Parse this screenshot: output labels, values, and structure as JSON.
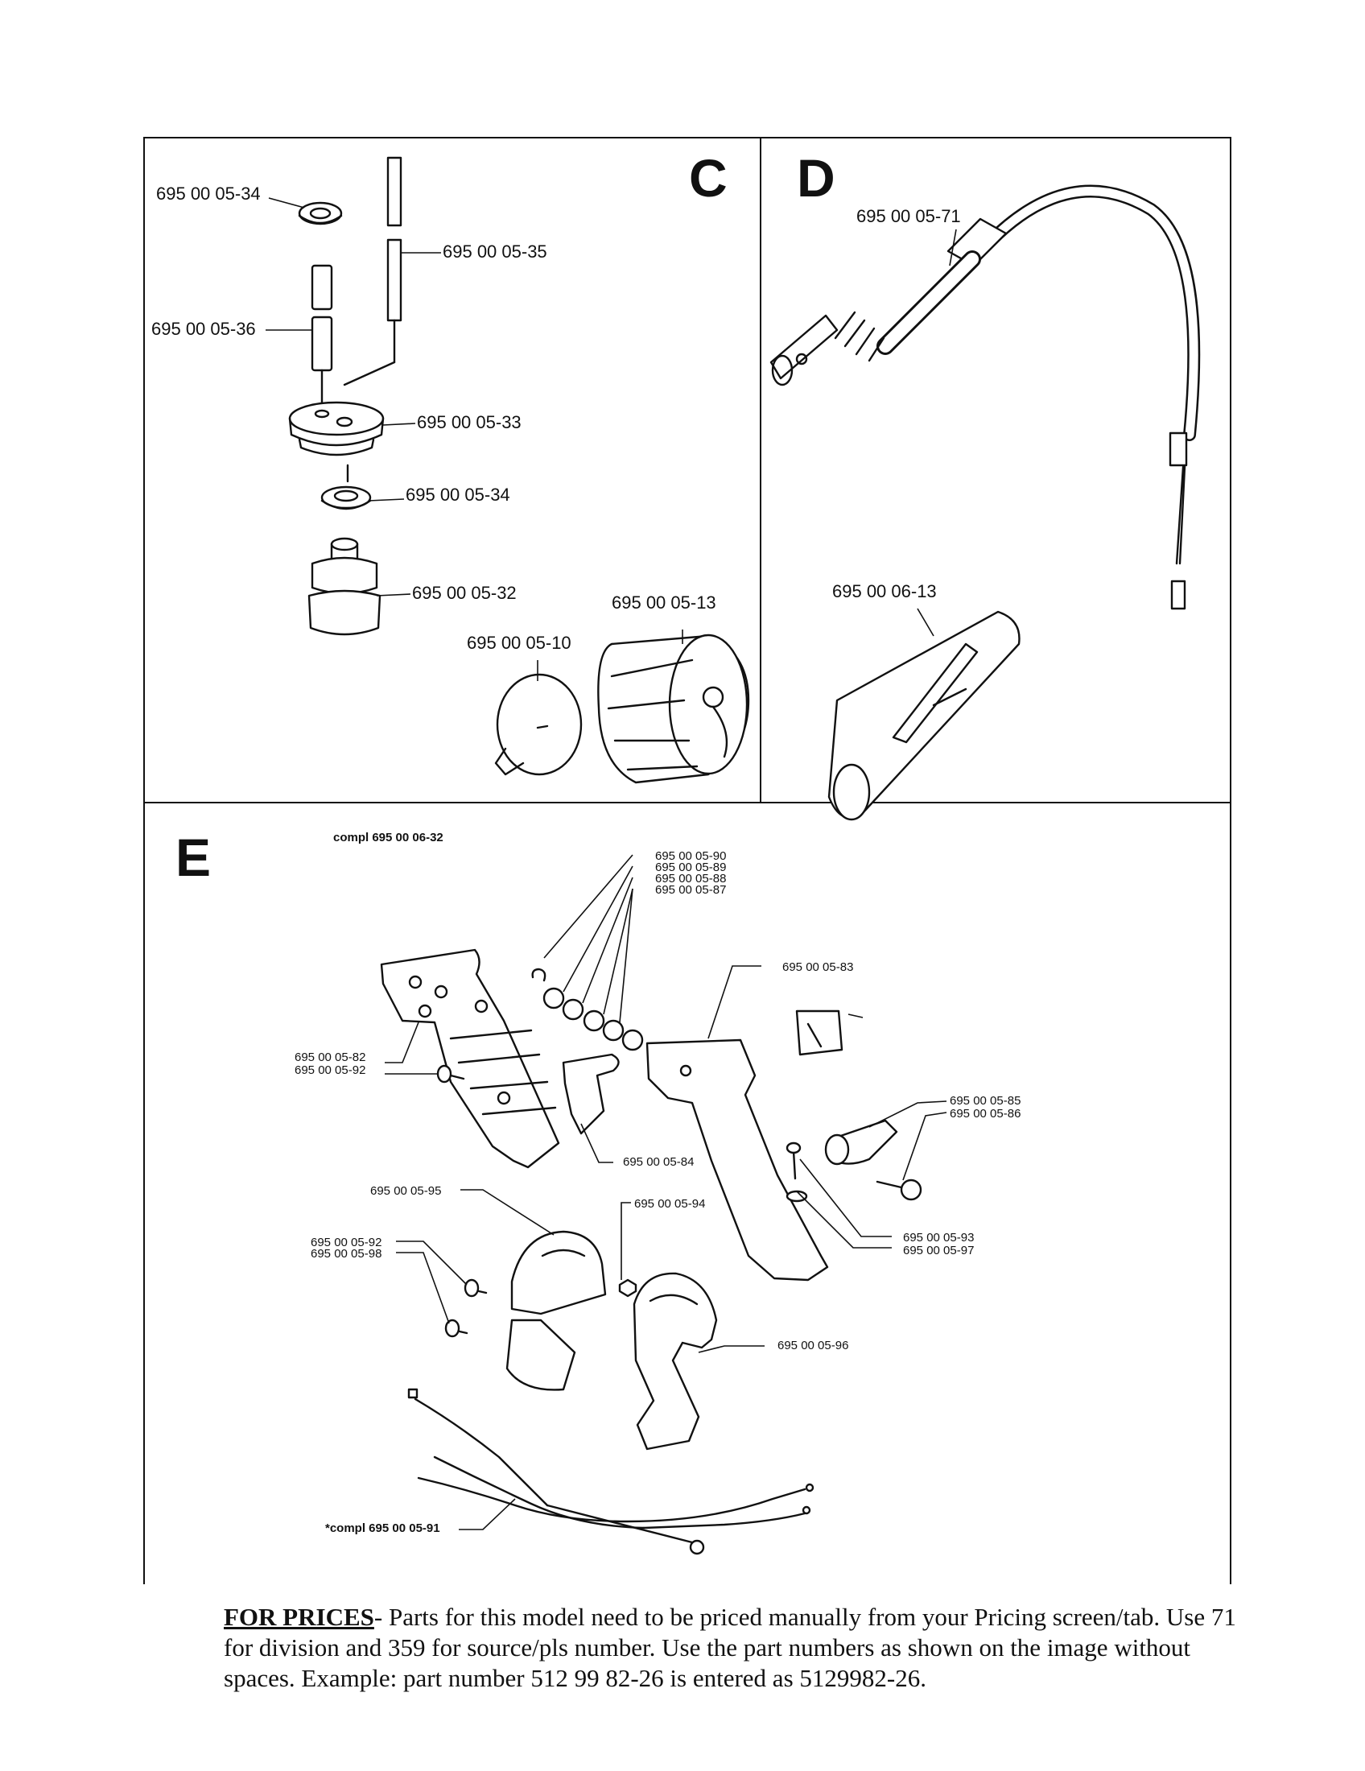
{
  "sections": {
    "C": {
      "letter": "C",
      "parts": {
        "p34a": "695 00 05-34",
        "p35": "695 00 05-35",
        "p36": "695 00 05-36",
        "p33": "695 00 05-33",
        "p34b": "695 00 05-34",
        "p32": "695 00 05-32",
        "p13": "695 00 05-13",
        "p10": "695 00 05-10"
      }
    },
    "D": {
      "letter": "D",
      "parts": {
        "p71": "695 00 05-71",
        "p0613": "695 00 06-13"
      }
    },
    "E": {
      "letter": "E",
      "compl": "compl 695 00 06-32",
      "parts": {
        "p90": "695 00 05-90",
        "p89": "695 00 05-89",
        "p88": "695 00 05-88",
        "p87": "695 00 05-87",
        "p83": "695 00 05-83",
        "p82": "695 00 05-82",
        "p92a": "695 00 05-92",
        "p85": "695 00 05-85",
        "p86": "695 00 05-86",
        "p84": "695 00 05-84",
        "p95": "695 00 05-95",
        "p94": "695 00 05-94",
        "p92b": "695 00 05-92",
        "p98": "695 00 05-98",
        "p93": "695 00 05-93",
        "p97": "695 00 05-97",
        "p96": "695 00 05-96",
        "p91": "*compl 695 00 05-91"
      }
    }
  },
  "footer": {
    "heading": "FOR PRICES",
    "text": "- Parts for this model need to be priced manually from your Pricing screen/tab. Use 71 for division and 359 for source/pls number.  Use the part numbers as shown on the image without spaces.  Example: part number 512 99 82-26 is entered as 5129982-26."
  }
}
